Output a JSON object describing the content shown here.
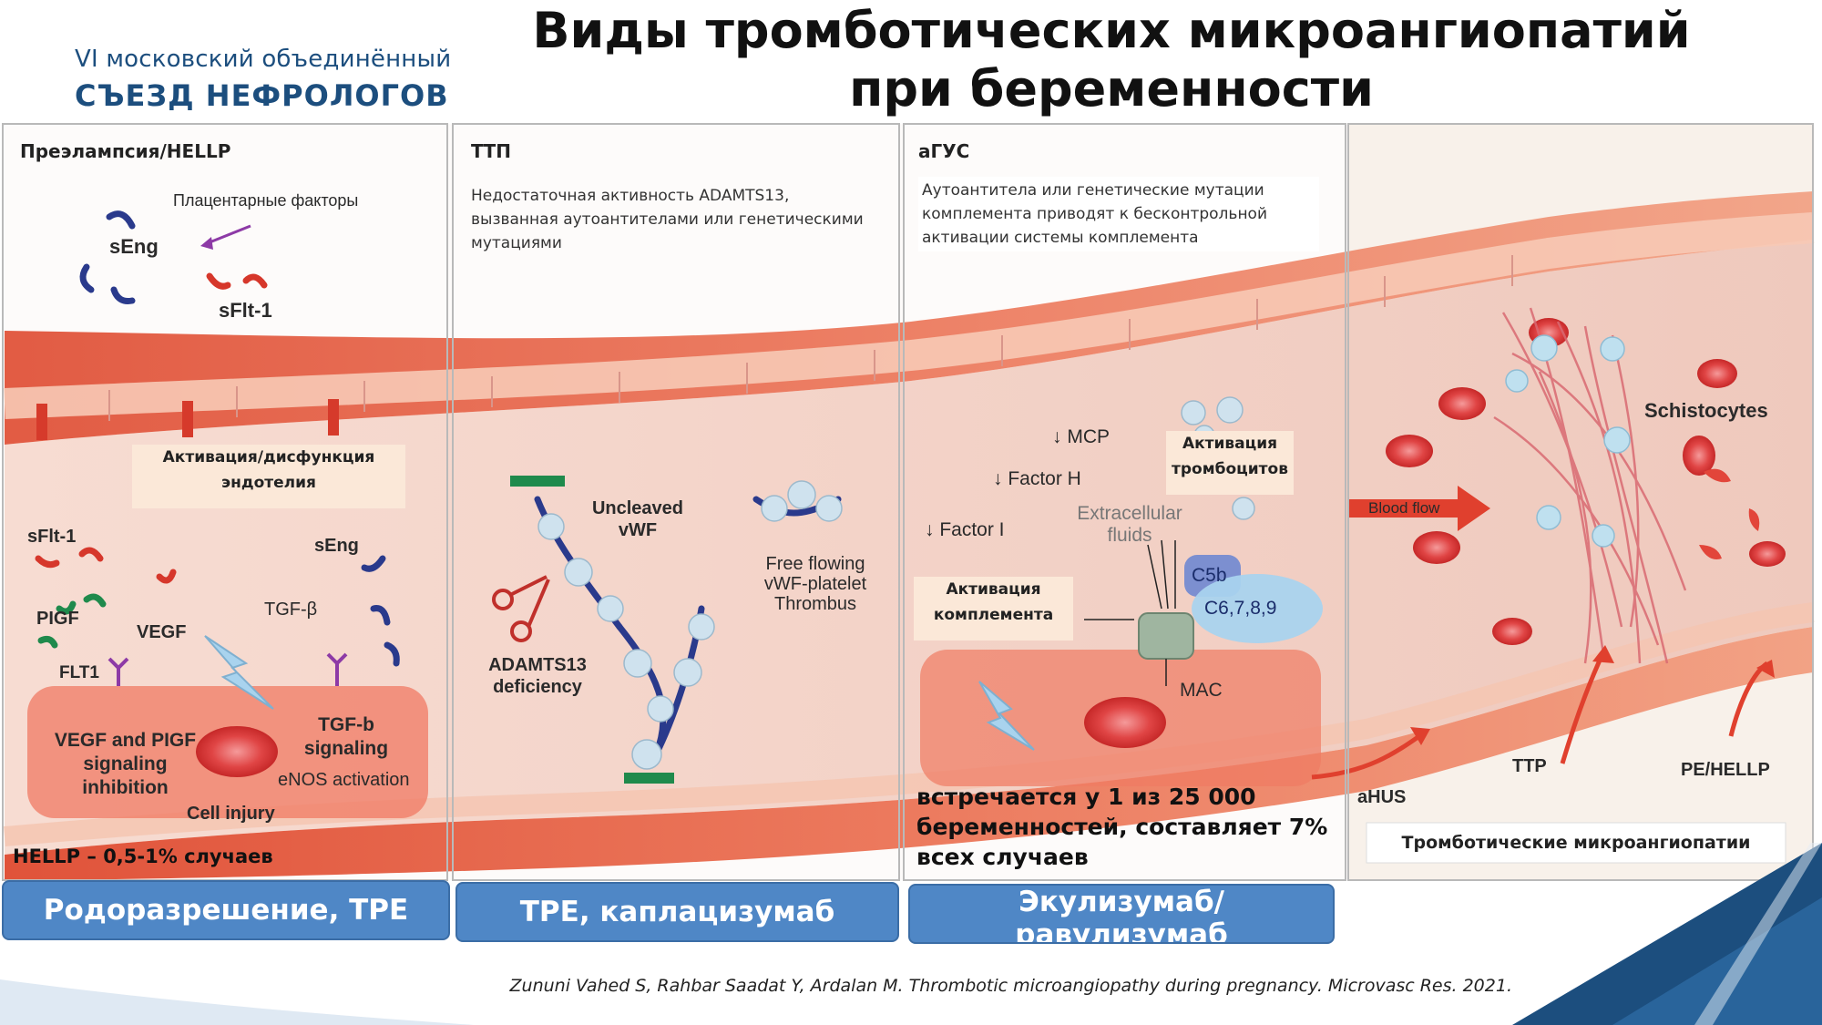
{
  "header": {
    "logo_line1": "VI московский объединённый",
    "logo_line2": "СЪЕЗД НЕФРОЛОГОВ",
    "title_line1": "Виды тромботических микроангиопатий",
    "title_line2": "при беременности"
  },
  "panel1": {
    "heading": "Преэлампсия/HELLP",
    "placental": "Плацентарные факторы",
    "sEng_top": "sEng",
    "sFlt1_top": "sFlt-1",
    "box": "Активация/дисфункция эндотелия",
    "sFlt1": "sFlt-1",
    "sEng": "sEng",
    "PIGF": "PIGF",
    "VEGF": "VEGF",
    "TGFb": "TGF-β",
    "FLT1": "FLT1",
    "vegf_inhib": "VEGF and PIGF signaling inhibition",
    "tgfb_signal": "TGF-b signaling",
    "enos": "eNOS activation",
    "cell_injury": "Cell injury",
    "note": "HELLP – 0,5-1% случаев"
  },
  "panel2": {
    "heading": "ТТП",
    "desc": "Недостаточная активность ADAMTS13, вызванная аутоантителами или генетическими мутациями",
    "uncleaved": "Uncleaved vWF",
    "free_flowing": "Free flowing vWF-platelet Thrombus",
    "adamts": "ADAMTS13 deficiency"
  },
  "panel3": {
    "heading": "аГУС",
    "desc": "Аутоантитела или генетические мутации комплемента приводят к бесконтрольной активации системы комплемента",
    "mcp": "↓ MCP",
    "factorH": "↓ Factor H",
    "factorI": "↓ Factor I",
    "platelet_box": "Активация тромбоцитов",
    "extracellular": "Extracellular fluids",
    "complement_box": "Активация комплемента",
    "c5b": "C5b",
    "c6789": "C6,7,8,9",
    "mac": "MAC",
    "note": "встречается у 1 из 25 000 беременностей, составляет 7% всех случаев"
  },
  "panel4": {
    "schistocytes": "Schistocytes",
    "blood_flow": "Blood flow",
    "ahus": "aHUS",
    "ttp": "TTP",
    "pehellp": "PE/HELLP",
    "bottom_box": "Тромботические микроангиопатии"
  },
  "treatments": {
    "t1": "Родоразрешение, TPE",
    "t2": "TPE, каплацизумаб",
    "t3": "Экулизумаб/ равулизумаб"
  },
  "citation": "Zununi Vahed S, Rahbar Saadat Y, Ardalan M. Thrombotic microangiopathy during pregnancy. Microvasc Res. 2021.",
  "colors": {
    "brand_blue": "#1c4e7e",
    "button_blue": "#4f87c6",
    "vessel_wall": "#e8735a",
    "vessel_lumen": "#f5d9cf"
  }
}
